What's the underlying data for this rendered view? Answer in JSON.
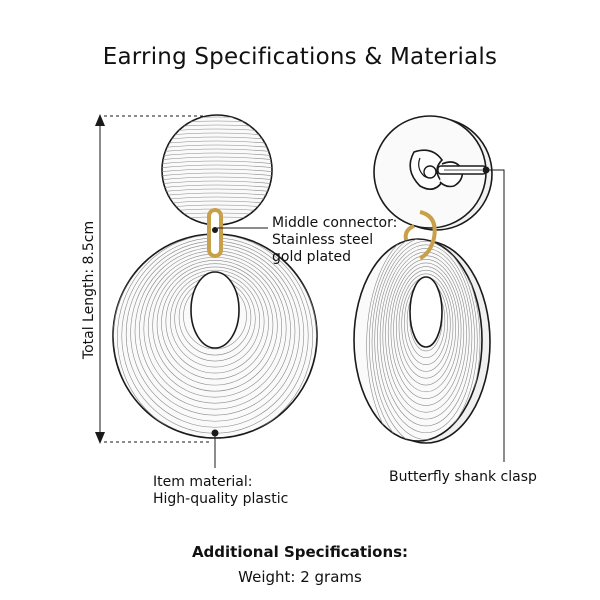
{
  "title": "Earring Specifications & Materials",
  "dimension": {
    "total_length": "Total Length: 8.5cm"
  },
  "callouts": {
    "connector": [
      "Middle connector:",
      "Stainless steel",
      "gold plated"
    ],
    "material": [
      "Item material:",
      "High-quality plastic"
    ],
    "clasp": "Butterfly shank clasp"
  },
  "specs": {
    "heading": "Additional Specifications:",
    "weight": "Weight: 2 grams"
  },
  "colors": {
    "line": "#1a1a1a",
    "gold": "#c9a04a",
    "hatch": "#8a8a8a"
  },
  "icons": [
    "front-earring-icon",
    "back-earring-icon",
    "butterfly-clasp-icon"
  ]
}
